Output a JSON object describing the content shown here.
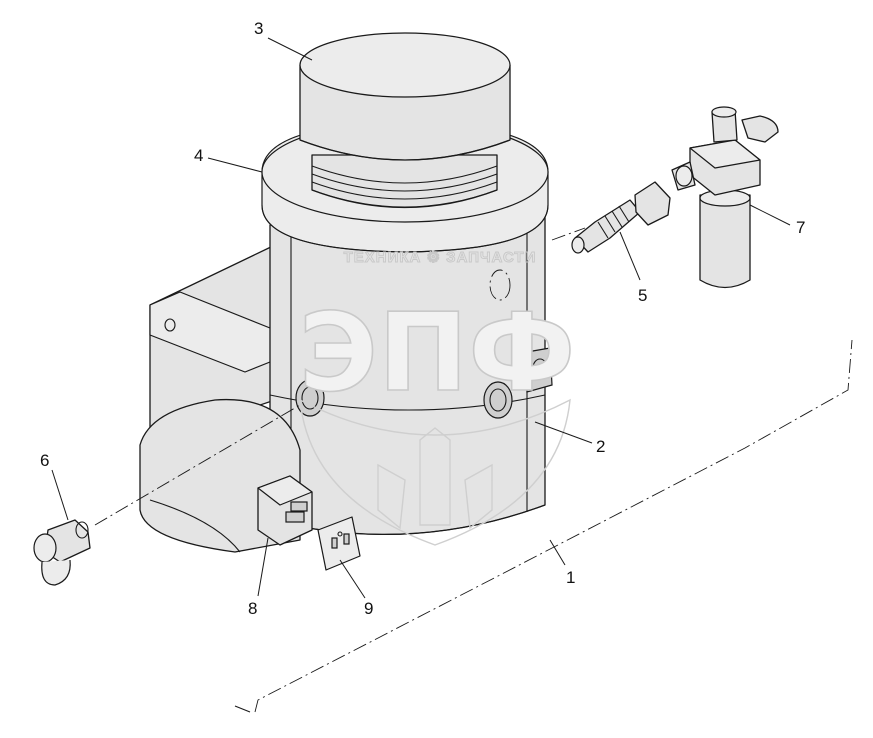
{
  "watermark": {
    "top_line": "ТЕХНИКА ⚙ ЗАПЧАСТИ",
    "logo": "ЭПФ"
  },
  "callouts": [
    "3",
    "4",
    "7",
    "5",
    "2",
    "6",
    "1",
    "8",
    "9"
  ],
  "colors": {
    "line": "#1a1a1a",
    "fill": "#e4e4e4",
    "watermark": "#c9c9c9"
  }
}
